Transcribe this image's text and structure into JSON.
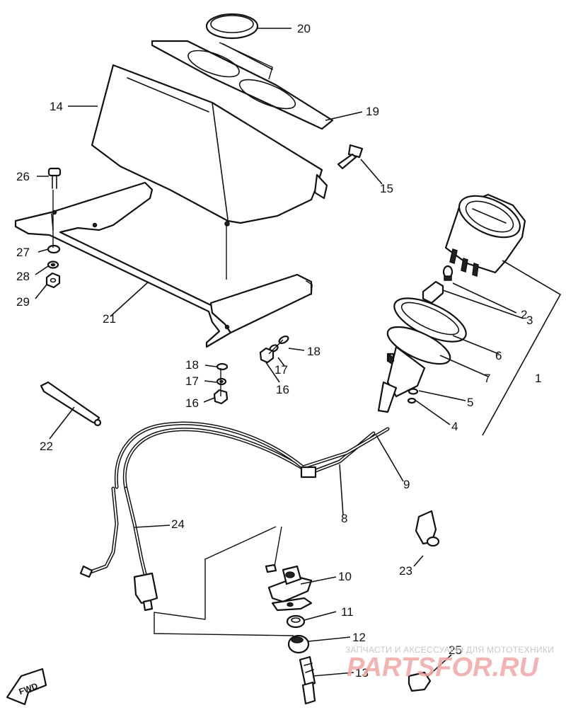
{
  "parts": [
    {
      "id": "1",
      "label": "1"
    },
    {
      "id": "2",
      "label": "2"
    },
    {
      "id": "3",
      "label": "3"
    },
    {
      "id": "4",
      "label": "4"
    },
    {
      "id": "5",
      "label": "5"
    },
    {
      "id": "6",
      "label": "6"
    },
    {
      "id": "7",
      "label": "7"
    },
    {
      "id": "8",
      "label": "8"
    },
    {
      "id": "9",
      "label": "9"
    },
    {
      "id": "10",
      "label": "10"
    },
    {
      "id": "11",
      "label": "11"
    },
    {
      "id": "12",
      "label": "12"
    },
    {
      "id": "13",
      "label": "13"
    },
    {
      "id": "14",
      "label": "14"
    },
    {
      "id": "15",
      "label": "15"
    },
    {
      "id": "16a",
      "label": "16"
    },
    {
      "id": "16b",
      "label": "16"
    },
    {
      "id": "17a",
      "label": "17"
    },
    {
      "id": "17b",
      "label": "17"
    },
    {
      "id": "18a",
      "label": "18"
    },
    {
      "id": "18b",
      "label": "18"
    },
    {
      "id": "19",
      "label": "19"
    },
    {
      "id": "20",
      "label": "20"
    },
    {
      "id": "21",
      "label": "21"
    },
    {
      "id": "22",
      "label": "22"
    },
    {
      "id": "23",
      "label": "23"
    },
    {
      "id": "24",
      "label": "24"
    },
    {
      "id": "25",
      "label": "25"
    },
    {
      "id": "26",
      "label": "26"
    },
    {
      "id": "27",
      "label": "27"
    },
    {
      "id": "28",
      "label": "28"
    },
    {
      "id": "29",
      "label": "29"
    }
  ],
  "fwd_label": "FWD",
  "watermark": {
    "tagline": "ЗАПЧАСТИ И АКСЕССУАРЫ ДЛЯ МОТОТЕХНИКИ",
    "brand": "PARTSFOR.RU"
  }
}
